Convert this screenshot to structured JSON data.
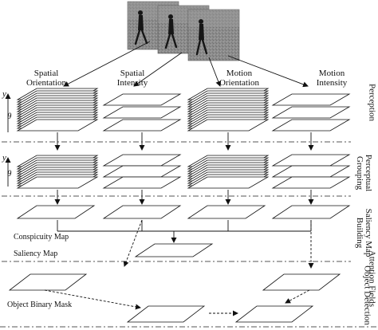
{
  "columns": [
    {
      "id": "spatial-orientation",
      "line1": "Spatial",
      "line2": "Orientation"
    },
    {
      "id": "spatial-intensity",
      "line1": "Spatial",
      "line2": "Intensity"
    },
    {
      "id": "motion-orientation",
      "line1": "Motion",
      "line2": "Orientation"
    },
    {
      "id": "motion-intensity",
      "line1": "Motion",
      "line2": "Intensity"
    }
  ],
  "stages": {
    "perception": "Perception",
    "grouping_line1": "Perceptual",
    "grouping_line2": "Grouping",
    "saliency_line1": "Saliency Map",
    "saliency_line2": "Building",
    "attention": "Attention Fields",
    "detection": "Object Detection"
  },
  "maps": {
    "conspicuity": "Conspicuity Map",
    "saliency": "Saliency Map",
    "binary_mask": "Object Binary Mask"
  },
  "axis": {
    "y": "y",
    "theta": "θ"
  },
  "colors": {
    "line": "#111111",
    "dash": "#555555",
    "frame_fill": "#8a8a8a"
  }
}
